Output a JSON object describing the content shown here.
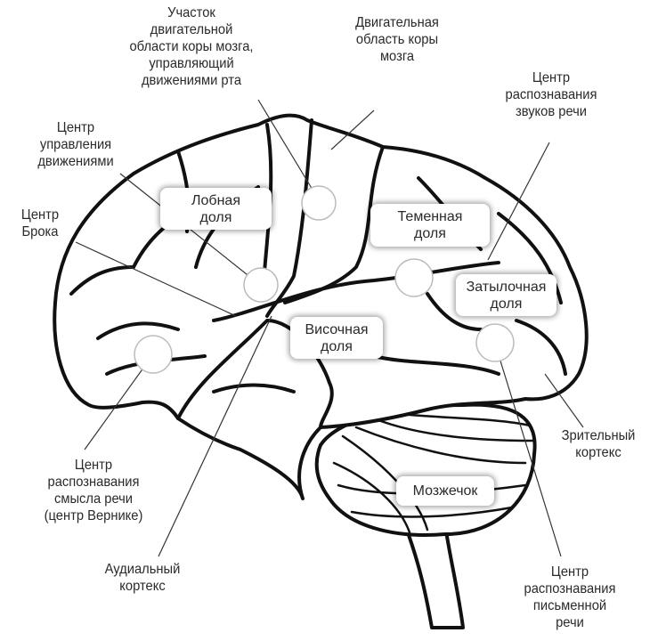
{
  "labels": {
    "mouth_motor": [
      "Участок",
      "двигательной",
      "области коры мозга,",
      "управляющий",
      "движениями рта"
    ],
    "motor_cortex": [
      "Двигательная",
      "область коры",
      "мозга"
    ],
    "speech_sound": [
      "Центр",
      "распознавания",
      "звуков речи"
    ],
    "movement_control": [
      "Центр",
      "управления",
      "движениями"
    ],
    "broca": [
      "Центр",
      "Брока"
    ],
    "wernicke": [
      "Центр",
      "распознавания",
      "смысла речи",
      "(центр Вернике)"
    ],
    "auditory": [
      "Аудиальный",
      "кортекс"
    ],
    "visual": [
      "Зрительный",
      "кортекс"
    ],
    "written_speech": [
      "Центр",
      "распознавания",
      "письменной",
      "речи"
    ]
  },
  "lobes": {
    "frontal": [
      "Лобная",
      "доля"
    ],
    "parietal": [
      "Теменная",
      "доля"
    ],
    "occipital": [
      "Затылочная",
      "доля"
    ],
    "temporal": [
      "Височная",
      "доля"
    ],
    "cerebellum": [
      "Мозжечок"
    ]
  }
}
